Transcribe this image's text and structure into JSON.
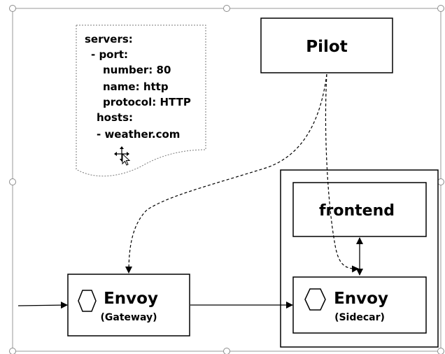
{
  "note": {
    "lines": [
      "servers:",
      "- port:",
      "number: 80",
      "name: http",
      "protocol: HTTP",
      "hosts:",
      "- weather.com"
    ]
  },
  "pilot": {
    "label": "Pilot"
  },
  "frontend": {
    "label": "frontend"
  },
  "gateway": {
    "title": "Envoy",
    "subtitle": "(Gateway)"
  },
  "sidecar": {
    "title": "Envoy",
    "subtitle": "(Sidecar)"
  },
  "icons": {
    "envoy": "hexagon-icon",
    "cursor": "move-cursor-icon",
    "handle": "selection-handle"
  },
  "colors": {
    "stroke": "#000000",
    "selection": "#8c8c8c",
    "note_border": "#7a7a7a"
  }
}
